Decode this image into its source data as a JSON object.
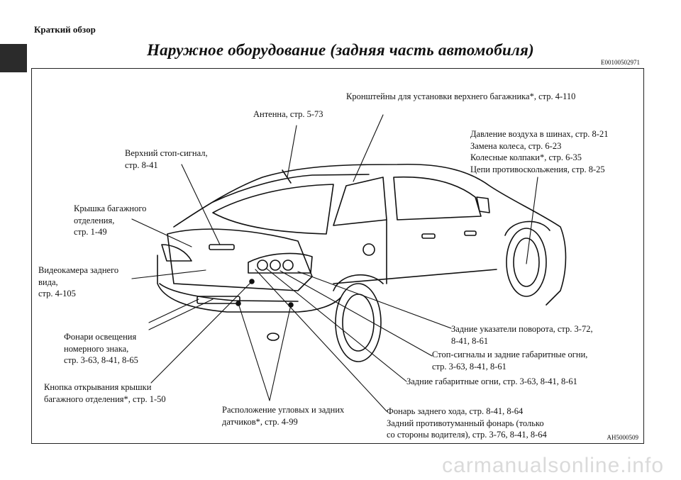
{
  "header": {
    "section": "Краткий обзор",
    "title": "Наружное оборудование (задняя часть автомобиля)",
    "code": "E00100502971"
  },
  "figure": {
    "code": "AH5000509",
    "callouts": {
      "roof_rack": "Кронштейны для установки верхнего багажника*, стр. 4-110",
      "antenna": "Антенна, стр. 5-73",
      "tyres": "Давление воздуха в шинах, стр. 8-21\nЗамена колеса, стр. 6-23\nКолесные колпаки*, стр. 6-35\nЦепи противоскольжения, стр. 8-25",
      "high_stop": "Верхний стоп-сигнал,\nстр. 8-41",
      "trunk_lid": "Крышка багажного\nотделения,\nстр. 1-49",
      "camera": "Видеокамера заднего\nвида,\nстр. 4-105",
      "plate_lights": "Фонари освещения\nномерного знака,\nстр. 3-63, 8-41, 8-65",
      "trunk_button": "Кнопка открывания крышки\nбагажного отделения*, стр. 1-50",
      "sensors": "Расположение угловых и задних\nдатчиков*, стр. 4-99",
      "turn_signals": "Задние указатели поворота, стр. 3-72,\n8-41, 8-61",
      "stop_tail": "Стоп-сигналы и задние габаритные огни,\nстр. 3-63, 8-41, 8-61",
      "tail_lights": "Задние габаритные огни, стр. 3-63, 8-41, 8-61",
      "reverse_fog": "Фонарь заднего хода, стр. 8-41, 8-64\nЗадний противотуманный фонарь (только\nсо стороны водителя), стр. 3-76, 8-41, 8-64"
    }
  },
  "watermark": "carmanualsonline.info"
}
